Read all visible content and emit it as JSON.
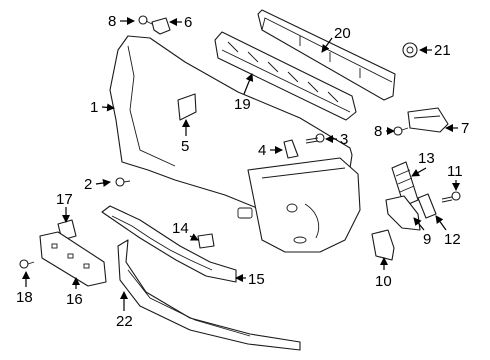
{
  "callouts": [
    {
      "id": "c1",
      "number": "1"
    },
    {
      "id": "c2",
      "number": "2"
    },
    {
      "id": "c3",
      "number": "3"
    },
    {
      "id": "c4",
      "number": "4"
    },
    {
      "id": "c5",
      "number": "5"
    },
    {
      "id": "c6",
      "number": "6"
    },
    {
      "id": "c7",
      "number": "7"
    },
    {
      "id": "c8a",
      "number": "8"
    },
    {
      "id": "c8b",
      "number": "8"
    },
    {
      "id": "c9",
      "number": "9"
    },
    {
      "id": "c10",
      "number": "10"
    },
    {
      "id": "c11",
      "number": "11"
    },
    {
      "id": "c12",
      "number": "12"
    },
    {
      "id": "c13",
      "number": "13"
    },
    {
      "id": "c14",
      "number": "14"
    },
    {
      "id": "c15",
      "number": "15"
    },
    {
      "id": "c16",
      "number": "16"
    },
    {
      "id": "c17",
      "number": "17"
    },
    {
      "id": "c18",
      "number": "18"
    },
    {
      "id": "c19",
      "number": "19"
    },
    {
      "id": "c20",
      "number": "20"
    },
    {
      "id": "c21",
      "number": "21"
    },
    {
      "id": "c22",
      "number": "22"
    }
  ]
}
